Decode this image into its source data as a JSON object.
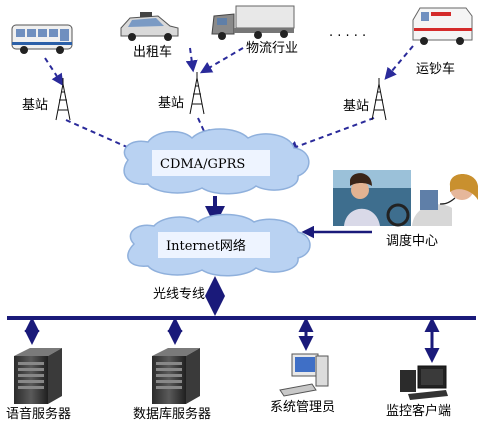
{
  "vehicles": {
    "taxi": "出租车",
    "logistics": "物流行业",
    "dots": "· · · · ·",
    "cash_van": "运钞车"
  },
  "towers": [
    "基站",
    "基站",
    "基站"
  ],
  "networks": {
    "cdma": "CDMA/GPRS",
    "internet": "Internet网络"
  },
  "dispatch_center": "调度中心",
  "fiber_line": "光线专线",
  "endpoints": {
    "voice_server": "语音服务器",
    "db_server": "数据库服务器",
    "sys_admin": "系统管理员",
    "monitor_client": "监控客户端"
  },
  "colors": {
    "network_bus": "#1a1a7a",
    "dashed_link": "#2a2a9a",
    "cloud_fill": "#b9d2f2",
    "cloud_inner": "#eef4ff"
  }
}
